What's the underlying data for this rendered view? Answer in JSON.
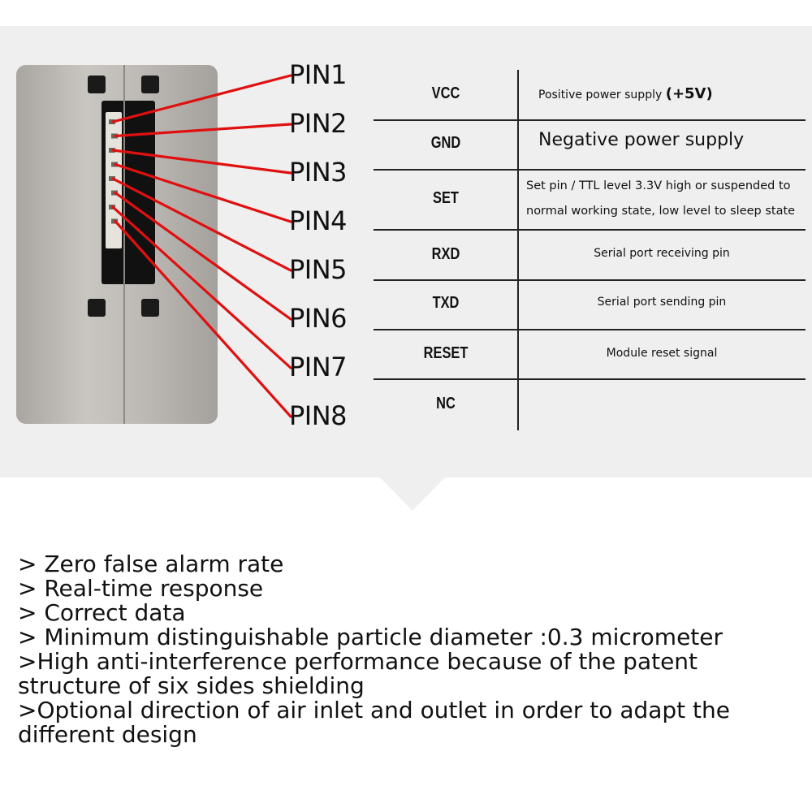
{
  "pins": [
    "PIN1",
    "PIN2",
    "PIN3",
    "PIN4",
    "PIN5",
    "PIN6",
    "PIN7",
    "PIN8"
  ],
  "pin_table": [
    {
      "name": "VCC",
      "description": "Positive power supply",
      "emphasis": "(+5V)"
    },
    {
      "name": "GND",
      "description": "Negative power supply"
    },
    {
      "name": "SET",
      "description_lines": [
        "Set pin / TTL level 3.3V high or suspended to",
        "normal working state, low level to sleep state"
      ]
    },
    {
      "name": "RXD",
      "description": "Serial port receiving pin"
    },
    {
      "name": "TXD",
      "description": "Serial port sending pin"
    },
    {
      "name": "RESET",
      "description": "Module reset signal"
    },
    {
      "name": "NC",
      "description": ""
    }
  ],
  "features": [
    "> Zero false alarm rate",
    "> Real-time response",
    "> Correct data",
    "> Minimum distinguishable particle diameter :0.3 micrometer",
    ">High anti-interference performance because of the patent structure of six sides shielding",
    ">Optional direction of air inlet and outlet in order to adapt the different design"
  ],
  "colors": {
    "pin_lines": "#e01010",
    "panel": "#efefef"
  }
}
